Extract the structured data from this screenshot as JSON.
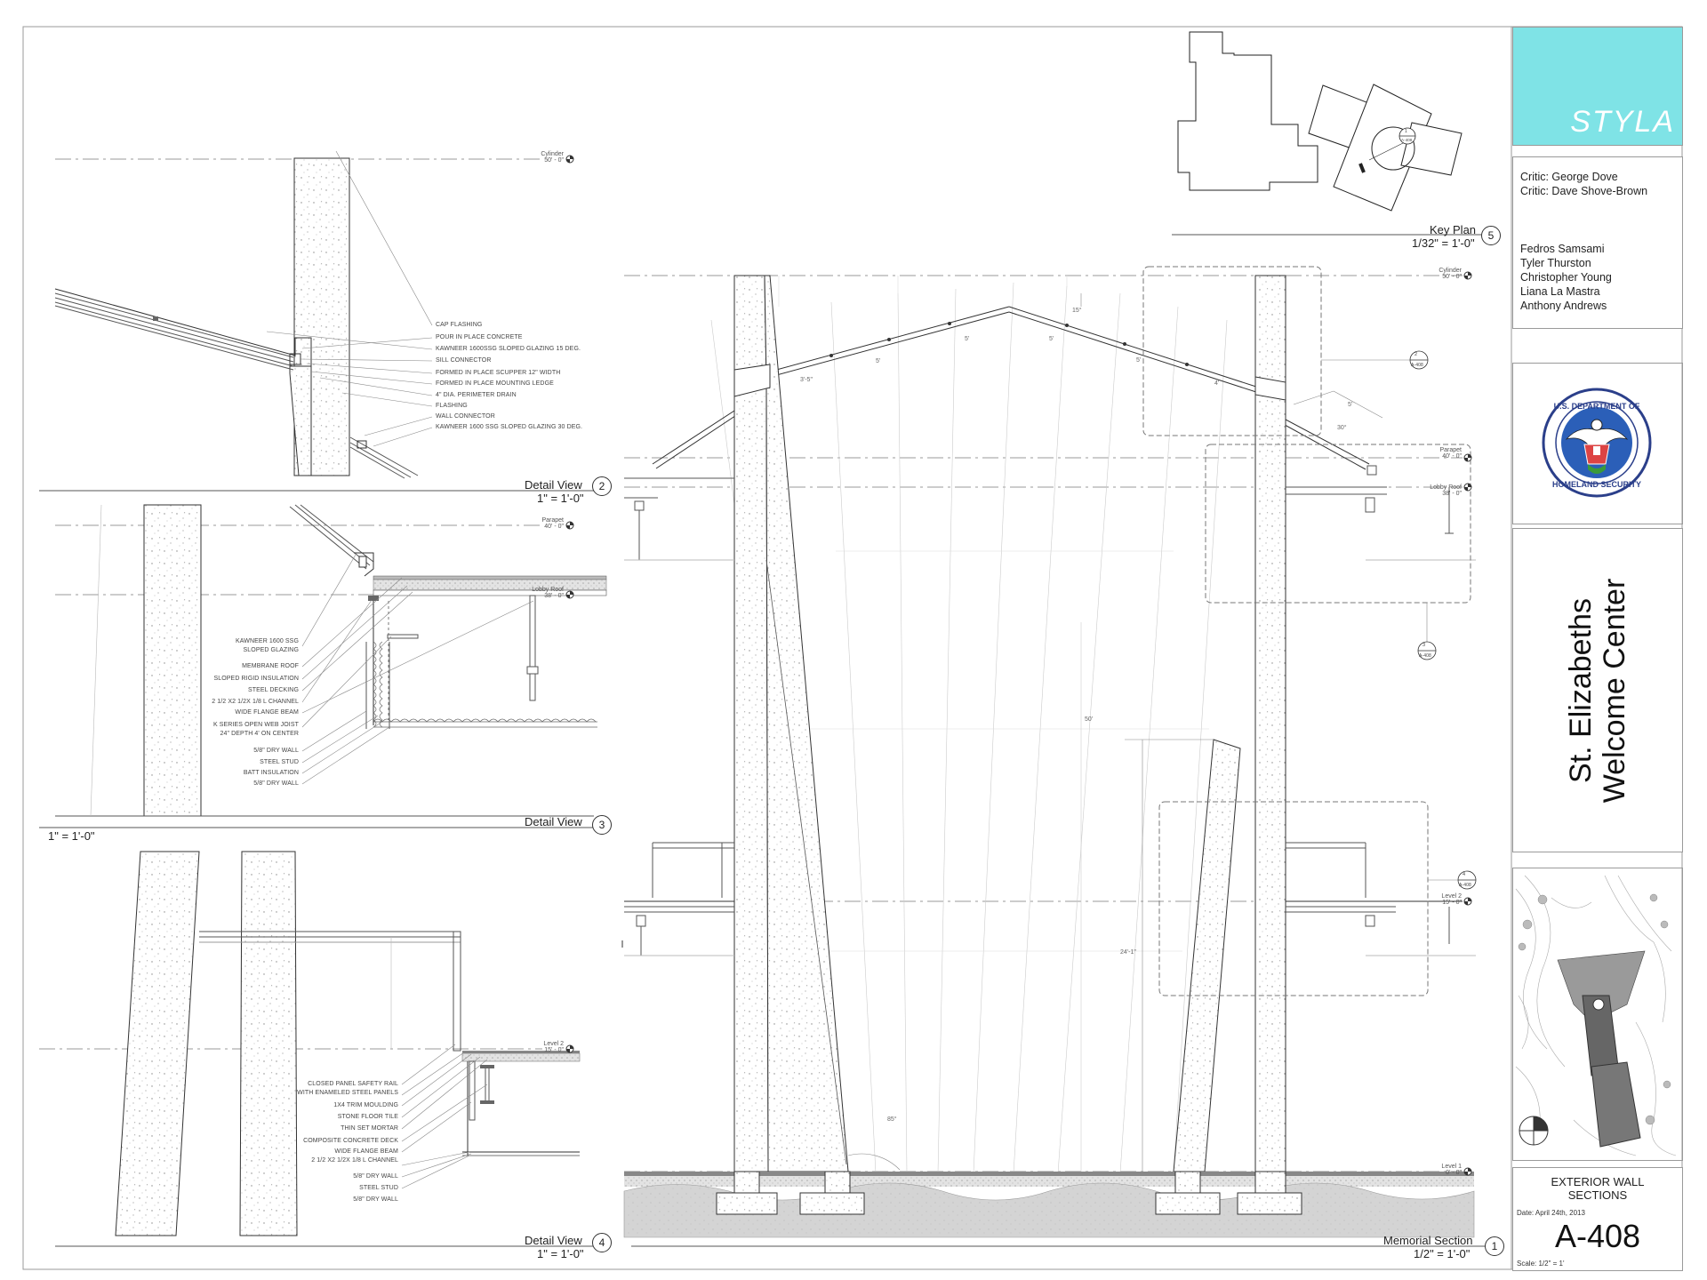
{
  "brand": {
    "name": "STYLA",
    "accent_color": "#7fe3e6"
  },
  "team": {
    "critics": [
      "Critic: George Dove",
      "Critic: Dave Shove-Brown"
    ],
    "members": [
      "Fedros Samsami",
      "Tyler Thurston",
      "Christopher Young",
      "Liana La Mastra",
      "Anthony Andrews"
    ]
  },
  "seal": {
    "icon": "homeland-security-seal-icon",
    "top_text": "U.S. DEPARTMENT OF",
    "bottom_text": "HOMELAND SECURITY"
  },
  "project": {
    "line1": "St. Elizabeths",
    "line2": "Welcome Center"
  },
  "sheet": {
    "title_line1": "EXTERIOR WALL",
    "title_line2": "SECTIONS",
    "date": "Date: April 24th, 2013",
    "number": "A-408",
    "scale": "Scale: 1/2\" = 1'"
  },
  "views": {
    "detail2": {
      "title": "Detail View",
      "number": "2",
      "scale": "1\" = 1'-0\""
    },
    "detail3": {
      "title": "Detail View",
      "number": "3",
      "scale": "1\" = 1'-0\""
    },
    "detail4": {
      "title": "Detail View",
      "number": "4",
      "scale": "1\" = 1'-0\""
    },
    "keyplan": {
      "title": "Key Plan",
      "number": "5",
      "scale": "1/32\" = 1'-0\""
    },
    "memorial": {
      "title": "Memorial Section",
      "number": "1",
      "scale": "1/2\" = 1'-0\""
    }
  },
  "levels": {
    "cylinder": [
      "Cylinder",
      "50' - 0\""
    ],
    "parapet": [
      "Parapet",
      "40' - 0\""
    ],
    "lobby_roof": [
      "Lobby Roof",
      "38' - 0\""
    ],
    "level2": [
      "Level 2",
      "15' - 0\""
    ],
    "level1": [
      "Level 1",
      "0' - 0\""
    ]
  },
  "notes": {
    "detail2": [
      "CAP FLASHING",
      "POUR IN PLACE CONCRETE",
      "KAWNEER 1600SSG SLOPED GLAZING 15 DEG.",
      "SILL CONNECTOR",
      "FORMED IN PLACE SCUPPER 12\" WIDTH",
      "FORMED IN PLACE MOUNTING LEDGE",
      "4\" DIA. PERIMETER DRAIN",
      "FLASHING",
      "WALL CONNECTOR",
      "KAWNEER 1600 SSG SLOPED GLAZING 30 DEG."
    ],
    "detail3": [
      "KAWNEER 1600 SSG",
      "SLOPED GLAZING",
      "MEMBRANE ROOF",
      "SLOPED RIGID INSULATION",
      "STEEL DECKING",
      "2 1/2 X2 1/2X 1/8 L CHANNEL",
      "WIDE FLANGE BEAM",
      "K SERIES OPEN WEB JOIST",
      "24\" DEPTH 4' ON CENTER",
      "5/8\" DRY WALL",
      "STEEL STUD",
      "BATT INSULATION",
      "5/8\" DRY WALL"
    ],
    "detail4": [
      "CLOSED PANEL SAFETY RAIL",
      "WITH ENAMELED STEEL PANELS",
      "1X4 TRIM MOULDING",
      "STONE FLOOR TILE",
      "THIN SET MORTAR",
      "COMPOSITE CONCRETE DECK",
      "WIDE FLANGE BEAM",
      "2 1/2 X2 1/2X 1/8 L CHANNEL",
      "5/8\" DRY WALL",
      "STEEL STUD",
      "5/8\" DRY WALL"
    ]
  },
  "dimensions": {
    "roof": [
      "3'-5\"",
      "5'",
      "5'",
      "5'",
      "5'",
      "4'",
      "15°"
    ],
    "right": [
      "5'",
      "30°"
    ],
    "height": "50'",
    "inner": "24'-1\"",
    "angle": "85°"
  },
  "callouts": {
    "c2": [
      "2",
      "A-408"
    ],
    "c3": [
      "3",
      "A-408"
    ],
    "c4": [
      "4",
      "A-408"
    ],
    "ckey": [
      "1",
      "A-408"
    ]
  }
}
